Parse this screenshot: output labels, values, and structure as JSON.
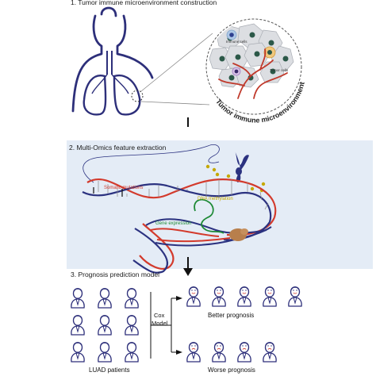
{
  "sections": {
    "s1_title": "1. Tumor immune microenvironment construction",
    "s2_title": "2. Multi-Omics feature extraction",
    "s3_title": "3. Prognosis prediction model"
  },
  "microenv": {
    "immune_cells": "Immune cells",
    "tumor_cells": "Tumor cells",
    "arc_label": "Tumor immune microenvironment"
  },
  "omics": {
    "somatic": "Somatic mutations",
    "methylation": "DNA methylation",
    "expression": "Gene expression"
  },
  "model": {
    "cox_line1": "Cox",
    "cox_line2": "Model",
    "better": "Better prognosis",
    "worse": "Worse prognosis",
    "patients": "LUAD patients"
  },
  "colors": {
    "navy": "#2d2f7a",
    "tumor_fill": "#d8dade",
    "nucleus": "#2b5848",
    "vessel": "#c0392b",
    "dna_red": "#d33a2c",
    "dna_navy": "#2b3280",
    "methyl": "#c5a800",
    "expr": "#1e8a36",
    "ribosome": "#b87f4c",
    "band_bg": "#e4ecf6"
  }
}
